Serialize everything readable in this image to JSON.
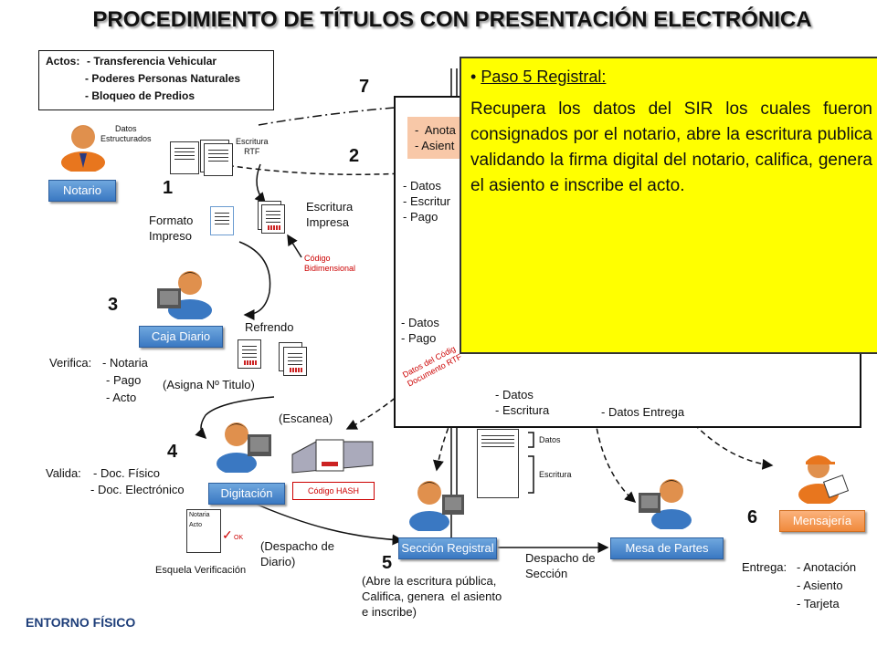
{
  "title": "PROCEDIMIENTO DE TÍTULOS CON PRESENTACIÓN ELECTRÓNICA",
  "actos": {
    "heading": "Actos:",
    "items": [
      "- Transferencia Vehicular",
      "- Poderes Personas Naturales",
      "- Bloqueo de Predios"
    ]
  },
  "roles": {
    "notario": "Notario",
    "caja": "Caja Diario",
    "digitacion": "Digitación",
    "seccion": "Sección Registral",
    "mesa": "Mesa de Partes",
    "mensajeria": "Mensajería"
  },
  "steps": [
    "1",
    "2",
    "3",
    "4",
    "5",
    "6",
    "7"
  ],
  "labels": {
    "datos_estructurados": "Datos\nEstructurados",
    "escritura_rtf": "Escritura\nRTF",
    "formato_impreso": "Formato\nImpreso",
    "escritura_impresa": "Escritura\nImpresa",
    "codigo_bidimensional": "Código\nBidimensional",
    "refrendo": "Refrendo",
    "asigna": "(Asigna Nº Titulo)",
    "verifica_title": "Verifica:",
    "verifica_items": [
      "- Notaria",
      "- Pago",
      "- Acto"
    ],
    "escanea": "(Escanea)",
    "valida_title": "Valida:",
    "valida_items": [
      "- Doc. Físico",
      "- Doc. Electrónico"
    ],
    "codigo_hash": "Código HASH",
    "esquela_notaria": "Notaria",
    "esquela_acto": "Acto",
    "esquela_ok": "OK",
    "esquela": "Esquela Verificación",
    "despacho_diario": "(Despacho de\nDiario)",
    "abre": "(Abre la escritura pública,\nCalifica, genera  el asiento\ne inscribe)",
    "despacho_seccion": "Despacho de\nSección",
    "entrega": "Entrega:",
    "entrega_items": [
      "- Anotación",
      "- Asiento",
      "- Tarjeta"
    ],
    "entorno": "ENTORNO FÍSICO",
    "doc_datos": "Datos",
    "doc_escritura": "Escritura"
  },
  "panel": {
    "anot_box": "-  Anota\n- Asient",
    "datos_escr_pago": "- Datos\n- Escritur\n- Pago",
    "datos_pago": "- Datos\n- Pago",
    "rotated": "Datos del Códig\nDocumento RTF",
    "datos_escritura": "- Datos\n- Escritura",
    "datos_entrega": "- Datos Entrega"
  },
  "popup": {
    "heading": "Paso 5 Registral:",
    "body": "Recupera los datos del SIR los cuales fueron consignados por el notario, abre la escritura publica validando la firma digital del notario, califica, genera el asiento e inscribe el acto."
  },
  "colors": {
    "role_blue": "#3a78c2",
    "popup_yellow": "#ffff00",
    "orange": "#f08a3c",
    "stamp_red": "#c00000"
  }
}
